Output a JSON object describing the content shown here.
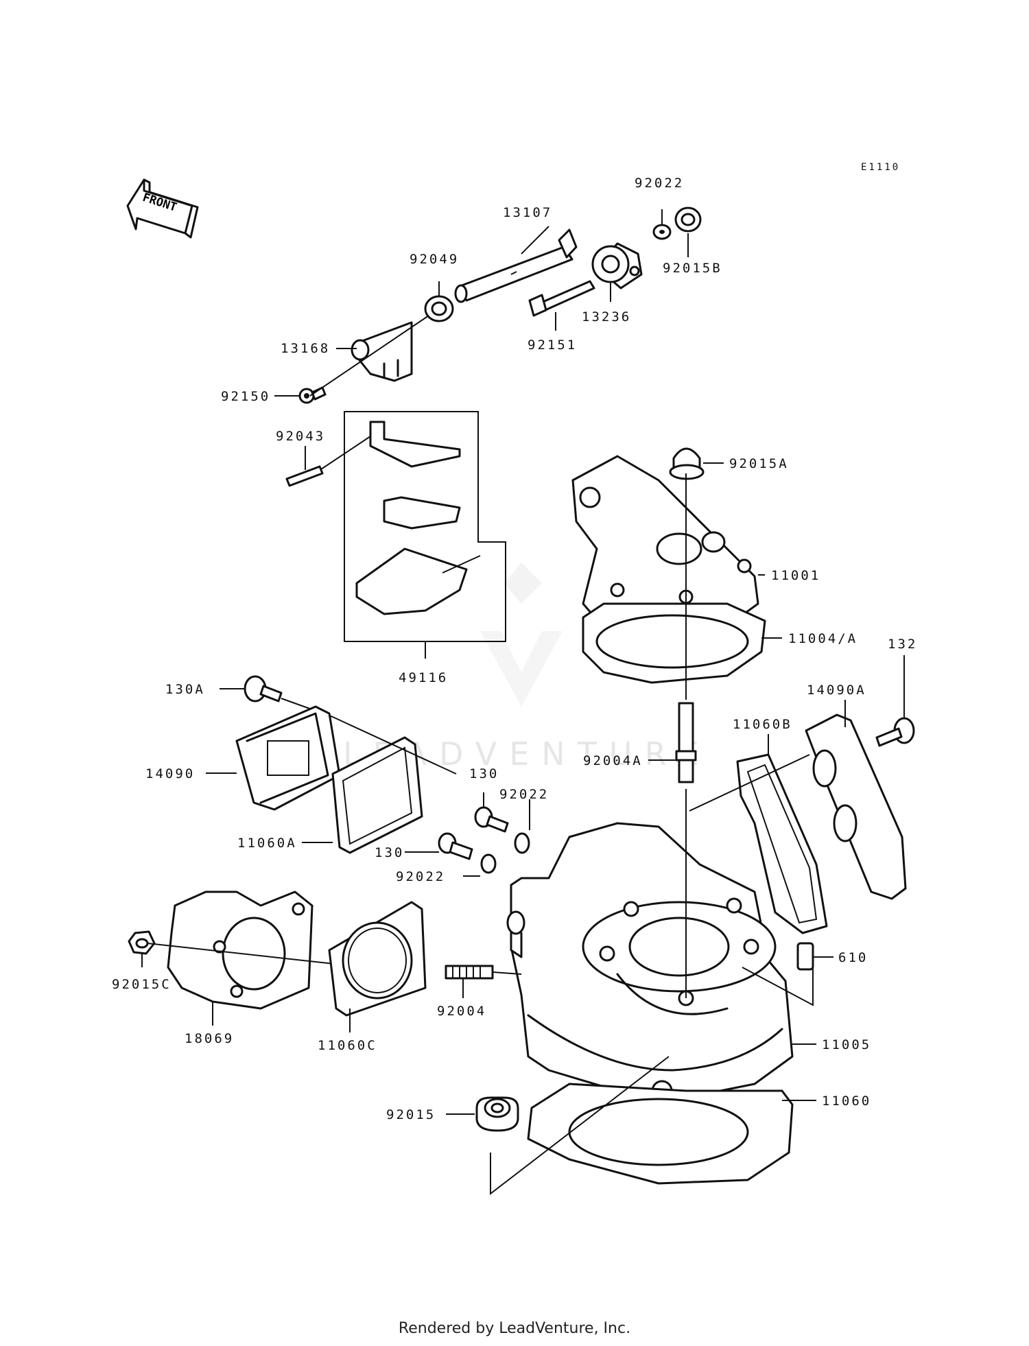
{
  "diagram_code": "E1110",
  "front_label": "FRONT",
  "watermark": "LEADVENTURE",
  "footer": "Rendered by LeadVenture, Inc.",
  "part_labels": {
    "p92022_top": "92022",
    "p13107": "13107",
    "p92049": "92049",
    "p92015B": "92015B",
    "p13236": "13236",
    "p92151": "92151",
    "p13168": "13168",
    "p92150": "92150",
    "p92043": "92043",
    "p92015A": "92015A",
    "p11001": "11001",
    "p11004A": "11004/A",
    "p49116": "49116",
    "p130A": "130A",
    "p132": "132",
    "p14090A": "14090A",
    "p11060B": "11060B",
    "p14090": "14090",
    "p92004A": "92004A",
    "p130_top": "130",
    "p92022_mid": "92022",
    "p11060A": "11060A",
    "p130_mid": "130",
    "p92022_low": "92022",
    "p610": "610",
    "p92015C": "92015C",
    "p92004": "92004",
    "p18069": "18069",
    "p11060C": "11060C",
    "p11005": "11005",
    "p11060": "11060",
    "p92015": "92015"
  }
}
